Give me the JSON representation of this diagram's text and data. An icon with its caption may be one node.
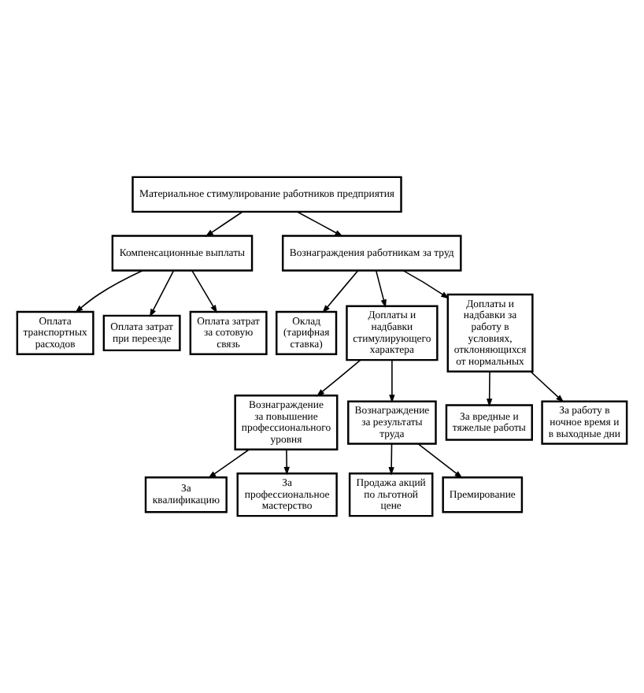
{
  "diagram": {
    "nodes": [
      {
        "text": [
          "Материальное стимулирование работников предприятия"
        ]
      },
      {
        "text": [
          "Компенсационные выплаты"
        ]
      },
      {
        "text": [
          "Вознаграждения работникам за труд"
        ]
      },
      {
        "text": [
          "Оплата транспортных расходов"
        ]
      },
      {
        "text": [
          "Оплата затрат при переезде"
        ]
      },
      {
        "text": [
          "Оплата затрат за сотовую связь"
        ]
      },
      {
        "text": [
          "Оклад (тарифная ставка)"
        ]
      },
      {
        "text": [
          "Доплаты и надбавки стимулирующего характера"
        ]
      },
      {
        "text": [
          "Доплаты и надбавки за работу в условиях, отклоняющихся от нормальных"
        ]
      },
      {
        "text": [
          "Вознаграждение за повышение профессионального уровня"
        ]
      },
      {
        "text": [
          "Вознаграждение за результаты труда"
        ]
      },
      {
        "text": [
          "За квалификацию"
        ]
      },
      {
        "text": [
          "За профессиональное мастерство"
        ]
      },
      {
        "text": [
          "Продажа акций по льготной цене"
        ]
      },
      {
        "text": [
          "Премирование"
        ]
      },
      {
        "text": [
          "За вредные и тяжелые работы"
        ]
      },
      {
        "text": [
          "За работу в ночное время и в выходные дни"
        ]
      }
    ],
    "edges": [
      {
        "from": 0,
        "to": 1,
        "arrow": "to"
      },
      {
        "from": 0,
        "to": 2,
        "arrow": "to"
      },
      {
        "from": 1,
        "to": 3,
        "arrow": "to"
      },
      {
        "from": 1,
        "to": 4,
        "arrow": "to"
      },
      {
        "from": 1,
        "to": 5,
        "arrow": "to"
      },
      {
        "from": 2,
        "to": 6,
        "arrow": "to"
      },
      {
        "from": 2,
        "to": 7,
        "arrow": "to"
      },
      {
        "from": 2,
        "to": 8,
        "arrow": "to"
      },
      {
        "from": 7,
        "to": 9,
        "arrow": "to"
      },
      {
        "from": 7,
        "to": 10,
        "arrow": "to"
      },
      {
        "from": 9,
        "to": 11,
        "arrow": "to"
      },
      {
        "from": 9,
        "to": 12,
        "arrow": "to"
      },
      {
        "from": 10,
        "to": 13,
        "arrow": "to"
      },
      {
        "from": 10,
        "to": 14,
        "arrow": "to"
      },
      {
        "from": 8,
        "to": 15,
        "arrow": "to"
      },
      {
        "from": 8,
        "to": 16,
        "arrow": "to"
      }
    ]
  }
}
